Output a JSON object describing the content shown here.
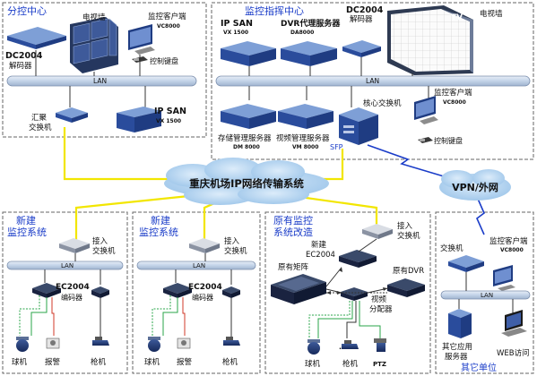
{
  "colors": {
    "link_yellow": "#f2e600",
    "lan_bar": "#c8d7ea",
    "cloud": "#b7d7f2",
    "zone_border": "#666666",
    "title_blue": "#1a3cc8",
    "device_blue": "#2a4c9c",
    "green_link": "#2aa64a",
    "red_link": "#d03a2a",
    "wan_blue": "#1a3cc8"
  },
  "zones": {
    "branch_center": {
      "title": "分控中心",
      "lan": "LAN",
      "decoder_title": "DC2004",
      "decoder_sub": "解码器",
      "tv_wall": "电视墙",
      "monitor_client": "监控客户端",
      "monitor_model": "VC8000",
      "keyboard": "控制键盘",
      "agg_switch_1": "汇聚",
      "agg_switch_2": "交换机",
      "ipsan_title": "IP SAN",
      "ipsan_model": "VX 1500"
    },
    "command_center": {
      "title": "监控指挥中心",
      "lan": "LAN",
      "ipsan_title": "IP SAN",
      "ipsan_model": "VX 1500",
      "dvr_proxy_title": "DVR代理服务器",
      "dvr_proxy_model": "DA8000",
      "decoder_title": "DC2004",
      "decoder_sub": "解码器",
      "tv_wall": "电视墙",
      "tv_label": "TV",
      "storage_server": "存储管理服务器",
      "storage_model": "DM 8000",
      "video_server": "视频管理服务器",
      "video_model": "VM 8000",
      "core_switch": "核心交换机",
      "sfp": "SFP",
      "monitor_client": "监控客户端",
      "monitor_model": "VC8000",
      "keyboard": "控制键盘"
    },
    "network": {
      "cloud_label": "重庆机场IP网络传输系统",
      "vpn_label": "VPN/外网"
    },
    "new1": {
      "title_1": "新建",
      "title_2": "监控系统",
      "access_1": "接入",
      "access_2": "交换机",
      "lan": "LAN",
      "encoder_title": "EC2004",
      "encoder_sub": "编码器",
      "dome": "球机",
      "alarm": "报警",
      "gun": "枪机"
    },
    "new2": {
      "title_1": "新建",
      "title_2": "监控系统",
      "access_1": "接入",
      "access_2": "交换机",
      "lan": "LAN",
      "encoder_title": "EC2004",
      "encoder_sub": "编码器",
      "dome": "球机",
      "alarm": "报警",
      "gun": "枪机"
    },
    "legacy": {
      "title_1": "原有监控",
      "title_2": "系统改造",
      "access_1": "接入",
      "access_2": "交换机",
      "new_label": "新建",
      "encoder_title": "EC2004",
      "old_matrix": "原有矩阵",
      "old_dvr": "原有DVR",
      "splitter_1": "视频",
      "splitter_2": "分配器",
      "dome": "球机",
      "dots": "...",
      "gun": "枪机",
      "ptz": "PTZ"
    },
    "other": {
      "title": "其它单位",
      "switch": "交换机",
      "monitor_client": "监控客户端",
      "monitor_model": "VC8000",
      "lan": "LAN",
      "app_server_1": "其它应用",
      "app_server_2": "服务器",
      "web": "WEB访问"
    }
  }
}
